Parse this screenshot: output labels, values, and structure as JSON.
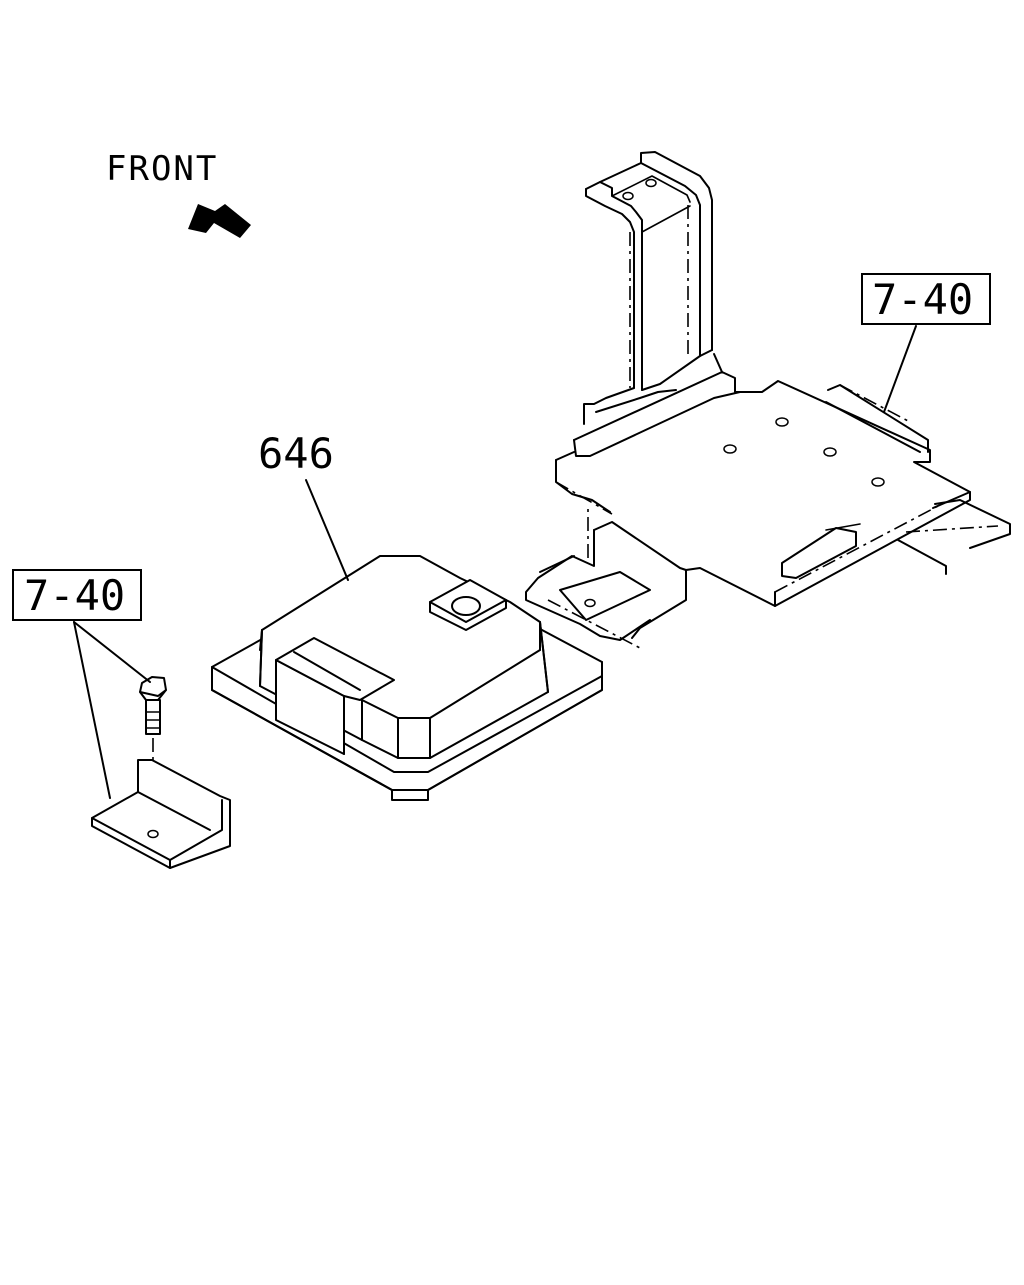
{
  "orientation": {
    "label": "FRONT",
    "arrow_icon": "front-direction-arrow-icon"
  },
  "callouts": {
    "part_646": "646",
    "ref_upper_right": "7-40",
    "ref_left": "7-40"
  }
}
